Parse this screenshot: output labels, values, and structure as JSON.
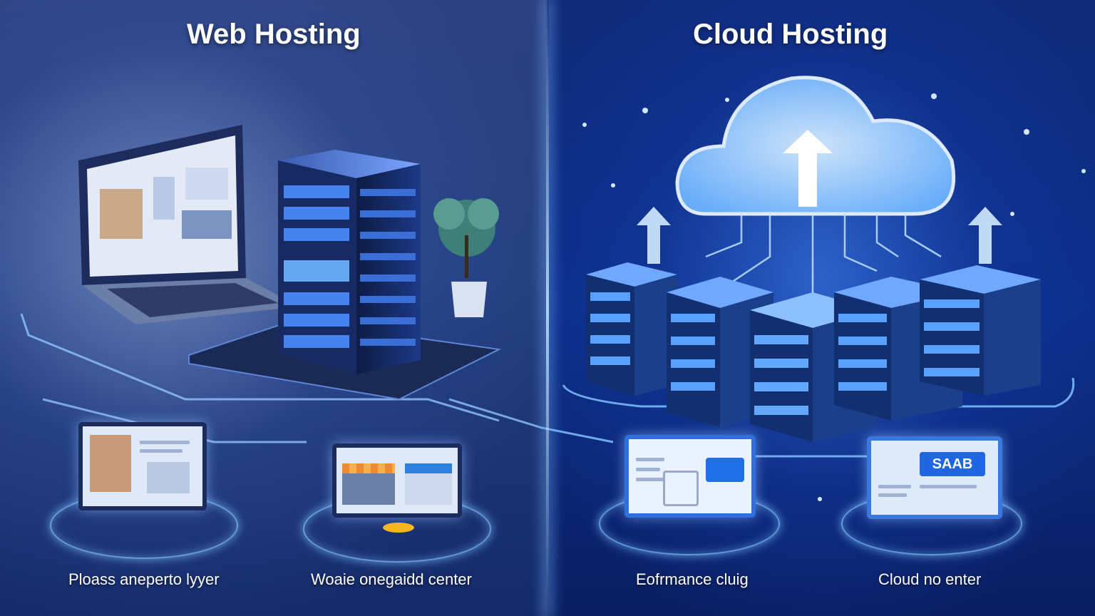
{
  "left": {
    "title": "Web Hosting",
    "captions": [
      "Ploass aneperto lyyer",
      "Woaie onegaidd center"
    ]
  },
  "right": {
    "title": "Cloud Hosting",
    "captions": [
      "Eofrmance cluig",
      "Cloud no enter"
    ],
    "saas_label": "SAAB"
  },
  "colors": {
    "accent": "#4aa3ff",
    "left_bg": "#24407e",
    "right_bg": "#0d2f8a"
  }
}
